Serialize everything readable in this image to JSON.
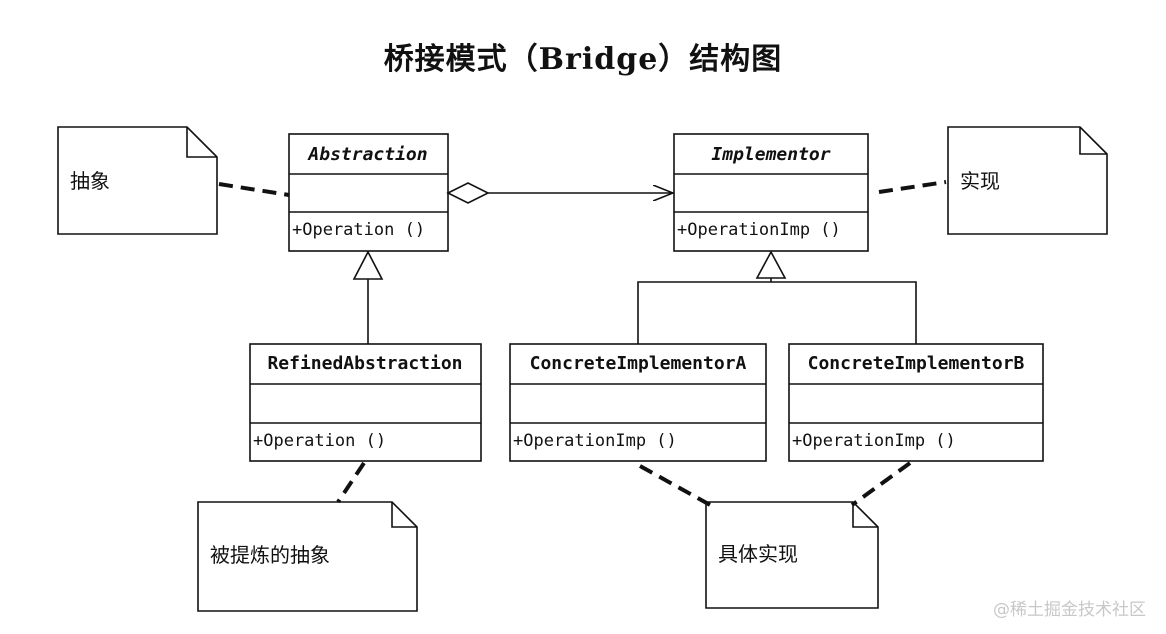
{
  "title": "桥接模式（Bridge）结构图",
  "classes": {
    "abstraction": {
      "name": "Abstraction",
      "operation": "+Operation ()"
    },
    "implementor": {
      "name": "Implementor",
      "operation": "+OperationImp ()"
    },
    "refined_abstraction": {
      "name": "RefinedAbstraction",
      "operation": "+Operation ()"
    },
    "concrete_implementor_a": {
      "name": "ConcreteImplementorA",
      "operation": "+OperationImp ()"
    },
    "concrete_implementor_b": {
      "name": "ConcreteImplementorB",
      "operation": "+OperationImp ()"
    }
  },
  "notes": {
    "abstraction": "抽象",
    "implementation": "实现",
    "refined_abstraction": "被提炼的抽象",
    "concrete_implementation": "具体实现"
  },
  "watermark": "@稀土掘金技术社区"
}
